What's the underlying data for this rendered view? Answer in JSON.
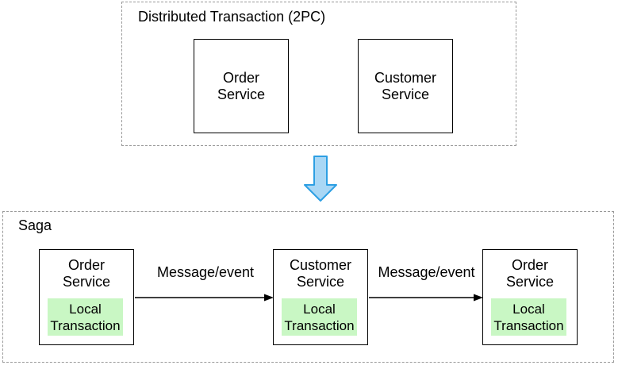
{
  "colors": {
    "dashed_border": "#999999",
    "box_border": "#000000",
    "local_transaction_fill": "#c9f7c4",
    "transform_arrow_fill": "#a9d7f5",
    "transform_arrow_stroke": "#2d9fe3",
    "flow_arrow_stroke": "#000000"
  },
  "top_section": {
    "title": "Distributed Transaction (2PC)",
    "services": [
      {
        "line1": "Order",
        "line2": "Service"
      },
      {
        "line1": "Customer",
        "line2": "Service"
      }
    ]
  },
  "bottom_section": {
    "title": "Saga",
    "services": [
      {
        "line1": "Order",
        "line2": "Service",
        "local": {
          "line1": "Local",
          "line2": "Transaction"
        }
      },
      {
        "line1": "Customer",
        "line2": "Service",
        "local": {
          "line1": "Local",
          "line2": "Transaction"
        }
      },
      {
        "line1": "Order",
        "line2": "Service",
        "local": {
          "line1": "Local",
          "line2": "Transaction"
        }
      }
    ],
    "flows": [
      {
        "label": "Message/event"
      },
      {
        "label": "Message/event"
      }
    ]
  }
}
